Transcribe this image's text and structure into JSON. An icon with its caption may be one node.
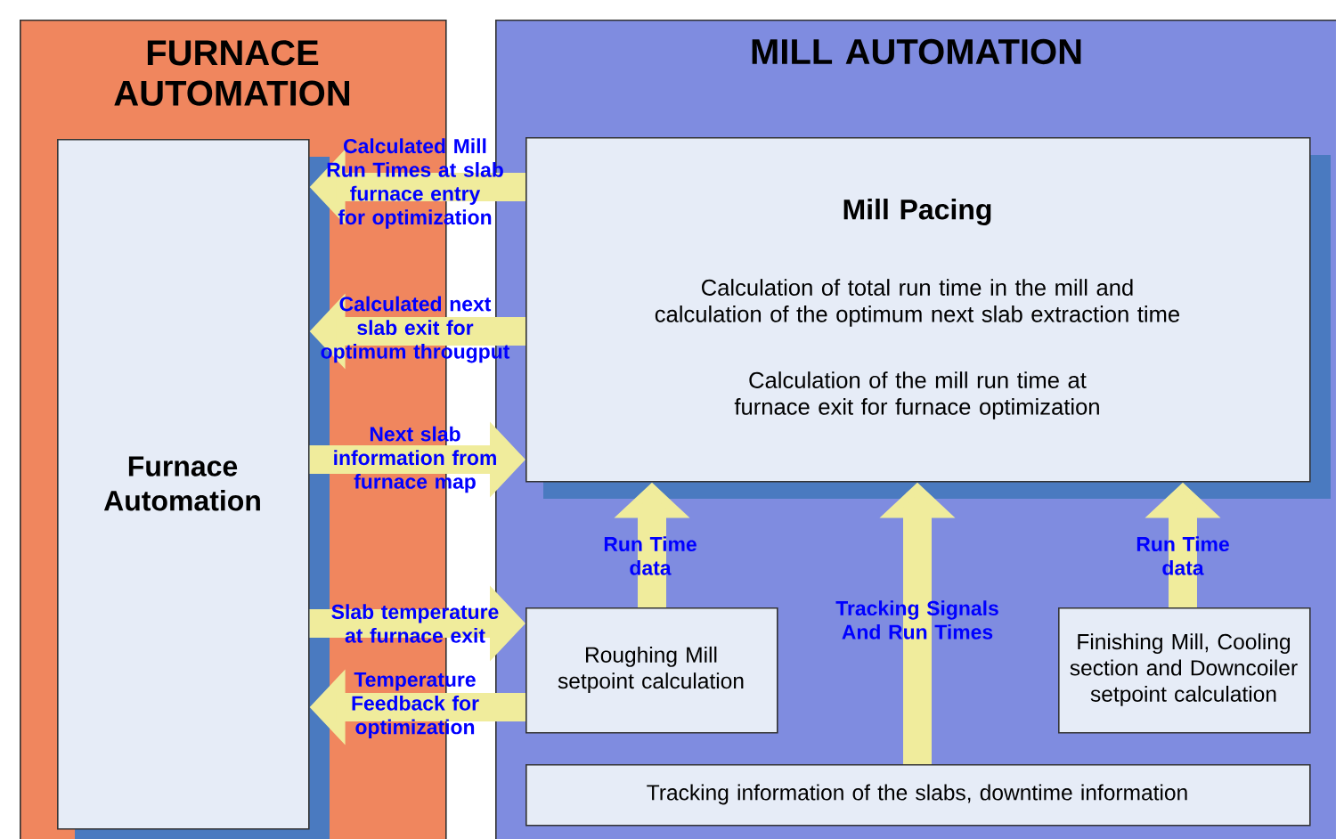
{
  "diagram": {
    "nodes": [
      {
        "text": [
          "FURNACE AUTOMATION"
        ]
      },
      {
        "text": [
          "Furnace Automation"
        ],
        "in": 0
      },
      {
        "text": [
          "MILL AUTOMATION"
        ]
      },
      {
        "text": [
          "Mill Pacing",
          "Calculation of total run time in the mill and calculation of the optimum next slab extraction time",
          "Calculation of the mill run time at furnace exit for furnace optimization"
        ],
        "in": 2
      },
      {
        "text": [
          "Roughing Mill setpoint calculation"
        ],
        "in": 2
      },
      {
        "text": [
          "Finishing Mill, Cooling section and Downcoiler setpoint calculation"
        ],
        "in": 2
      },
      {
        "text": [
          "Tracking information of the slabs, downtime information"
        ],
        "in": 2
      }
    ],
    "edges": [
      {
        "from": 3,
        "to": 1,
        "arrow": "to",
        "label": "Calculated Mill Run Times at slab furnace entry for optimization"
      },
      {
        "from": 3,
        "to": 1,
        "arrow": "to",
        "label": "Calculated next slab exit for optimum througput"
      },
      {
        "from": 1,
        "to": 3,
        "arrow": "to",
        "label": "Next slab information from furnace map"
      },
      {
        "from": 1,
        "to": 4,
        "arrow": "to",
        "label": "Slab temperature at furnace exit"
      },
      {
        "from": 4,
        "to": 1,
        "arrow": "to",
        "label": "Temperature Feedback for optimization"
      },
      {
        "from": 4,
        "to": 3,
        "arrow": "to",
        "label": "Run Time data"
      },
      {
        "from": 6,
        "to": 3,
        "arrow": "to",
        "label": "Tracking Signals And Run Times"
      },
      {
        "from": 5,
        "to": 3,
        "arrow": "to",
        "label": "Run Time data"
      }
    ]
  }
}
